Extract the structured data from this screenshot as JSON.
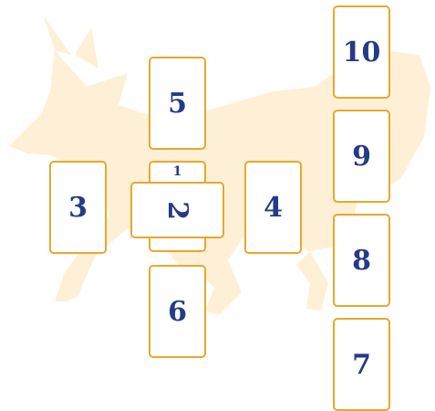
{
  "spread": {
    "colors": {
      "card_border": "#e7a82b",
      "card_number": "#243b85",
      "watermark": "#fdf0d6"
    },
    "watermark_icon": "fox-silhouette-icon",
    "cards": {
      "c1": "1",
      "c2": "2",
      "c3": "3",
      "c4": "4",
      "c5": "5",
      "c6": "6",
      "c7": "7",
      "c8": "8",
      "c9": "9",
      "c10": "10"
    }
  }
}
